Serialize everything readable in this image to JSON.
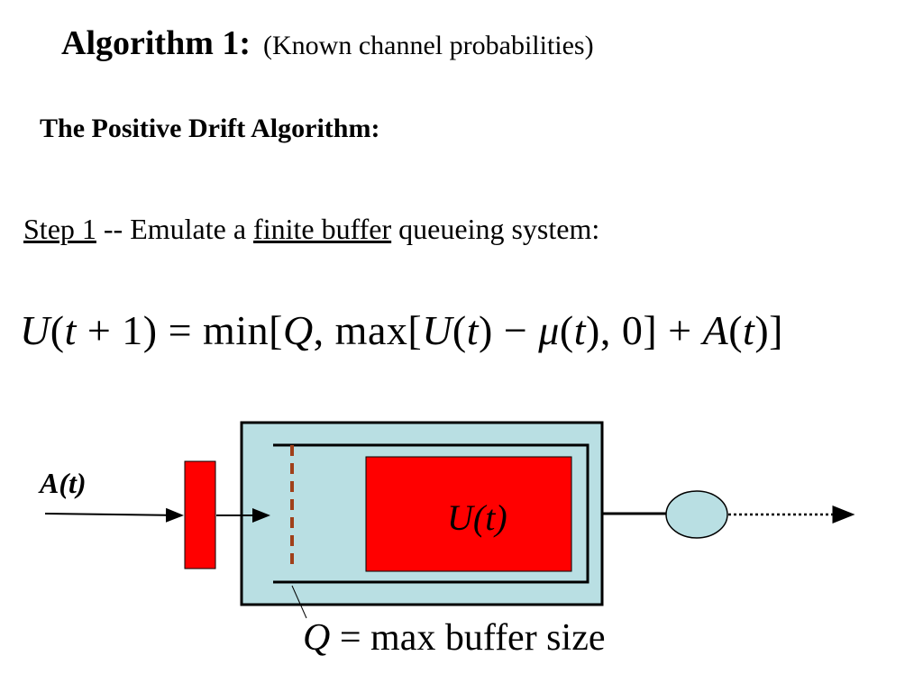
{
  "title": {
    "main": "Algorithm 1:",
    "sub": "(Known channel probabilities)"
  },
  "subheading": "The Positive Drift Algorithm:",
  "step": {
    "label": "Step 1",
    "text_a": " -- Emulate a ",
    "link_phrase": "finite buffer",
    "text_b": " queueing system:"
  },
  "equation": {
    "p1": "U",
    "p2": "(",
    "p3": "t",
    "p4": " + 1) = min[",
    "p5": "Q",
    "p6": ", max[",
    "p7": "U",
    "p8": "(",
    "p9": "t",
    "p10": ") − ",
    "p11": "μ",
    "p12": "(",
    "p13": "t",
    "p14": "), 0] + ",
    "p15": "A",
    "p16": "(",
    "p17": "t",
    "p18": ")]"
  },
  "diagram": {
    "arrival_label": "A(t)",
    "queue_label": "U(t)",
    "caption_var": "Q",
    "caption_text": " = max buffer size",
    "colors": {
      "buffer_bg": "#b9dfe3",
      "queue_fill": "#ff0000",
      "server_fill": "#b9dfe3",
      "threshold": "#a0401a"
    }
  }
}
